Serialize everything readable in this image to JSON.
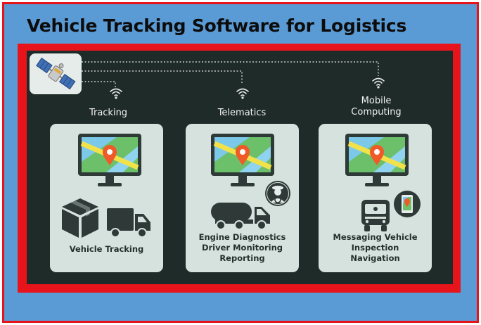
{
  "title": "Vehicle Tracking Software for Logistics",
  "columns": [
    {
      "label": [
        "Tracking"
      ],
      "card_text": [
        "Vehicle Tracking"
      ]
    },
    {
      "label": [
        "Telematics"
      ],
      "card_text": [
        "Engine Diagnostics",
        "Driver Monitoring",
        "Reporting"
      ]
    },
    {
      "label": [
        "Mobile",
        "Computing"
      ],
      "card_text": [
        "Messaging Vehicle",
        "Inspection",
        "Navigation"
      ]
    }
  ],
  "icons": {
    "satellite": "satellite-icon",
    "wifi": "wifi-signal-icon",
    "monitor": "map-monitor-icon",
    "map_pin": "map-pin-icon",
    "box": "package-box-icon",
    "truck": "delivery-truck-icon",
    "tanker": "tanker-truck-icon",
    "driver": "driver-icon",
    "bus": "bus-icon",
    "phone": "smartphone-navigation-icon"
  },
  "colors": {
    "background_blue": "#5b9bd5",
    "border_red": "#e8141c",
    "panel_dark": "#1e2b29",
    "card_bg": "#d6e2dd",
    "pin_red": "#f05a28"
  }
}
